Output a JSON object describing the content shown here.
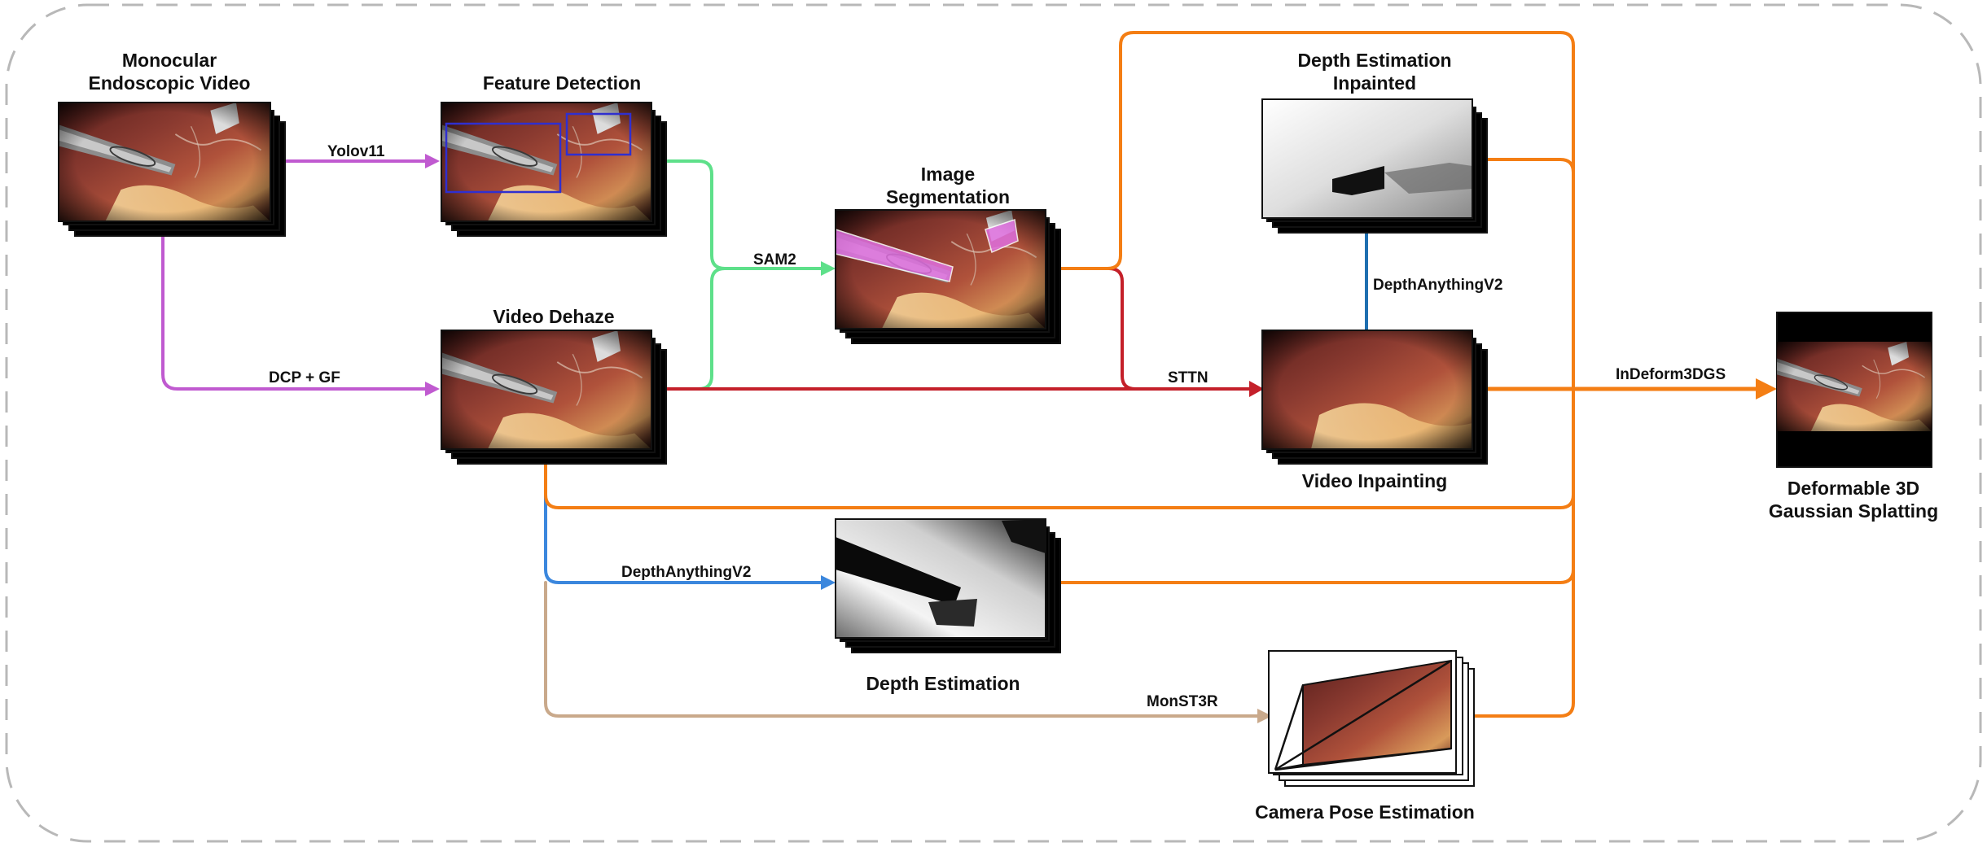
{
  "nodes": {
    "input_video": {
      "title_line1": "Monocular",
      "title_line2": "Endoscopic Video"
    },
    "feature_detection": {
      "title": "Feature Detection"
    },
    "video_dehaze": {
      "title": "Video Dehaze"
    },
    "image_segmentation": {
      "title_line1": "Image",
      "title_line2": "Segmentation"
    },
    "depth_inpainted": {
      "title_line1": "Depth Estimation",
      "title_line2": "Inpainted"
    },
    "video_inpainting": {
      "title": "Video Inpainting"
    },
    "depth_estimation": {
      "title": "Depth Estimation"
    },
    "camera_pose": {
      "title": "Camera Pose Estimation"
    },
    "output": {
      "title_line1": "Deformable 3D",
      "title_line2": "Gaussian Splatting"
    }
  },
  "edges": {
    "yolo": "Yolov11",
    "dcp_gf": "DCP + GF",
    "sam2": "SAM2",
    "sttn": "STTN",
    "depth_anything_top": "DepthAnythingV2",
    "depth_anything_bottom": "DepthAnythingV2",
    "monst3r": "MonST3R",
    "indeform": "InDeform3DGS"
  },
  "colors": {
    "purple": "#c05ad0",
    "green": "#5ee08a",
    "red": "#c4202a",
    "orange": "#f47e14",
    "blue": "#3b87dd",
    "dark_blue": "#1f6fb0",
    "tan": "#c9a98b",
    "border_dash": "#b8b8b8"
  }
}
